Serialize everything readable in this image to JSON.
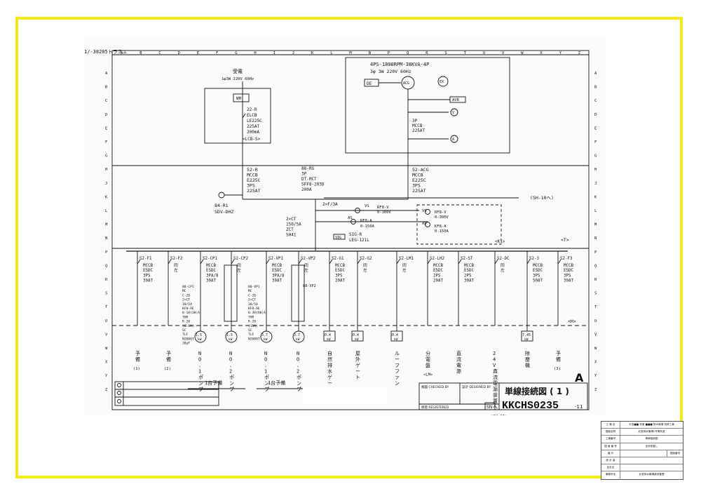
{
  "drawing": {
    "corner_note": "1/-38205トラスエ",
    "sheet_mark": "A",
    "column_letters": [
      "A",
      "B",
      "C",
      "D",
      "E",
      "F",
      "G",
      "H",
      "I",
      "J",
      "K",
      "L",
      "M",
      "N",
      "P",
      "Q",
      "R",
      "S",
      "T",
      "U",
      "V",
      "W",
      "X",
      "Y",
      "Z"
    ],
    "row_letters": [
      "A",
      "B",
      "C",
      "D",
      "E",
      "F",
      "G",
      "H",
      "J",
      "K",
      "L",
      "M",
      "N",
      "P",
      "Q",
      "R",
      "S",
      "T",
      "U",
      "V",
      "W",
      "X",
      "Y",
      "Z"
    ]
  },
  "source_block": {
    "label": "受電",
    "spec": "1φ3W 220V 60Hz",
    "meter": "WH",
    "breaker": [
      "22-R",
      "ELCB",
      "LE225C",
      "225AT",
      "200mA"
    ],
    "panel": "<LCB-S>"
  },
  "generator_block": {
    "spec1": "4PS-1800RPM-38KVA-4P",
    "spec2": "3φ 3W 220V 60Hz",
    "de": "DE",
    "acg": "ACG",
    "ex": "EX",
    "avr": "AVR",
    "breaker": [
      "3P",
      "MCCB",
      "225AT"
    ],
    "v": "V",
    "a": "A"
  },
  "busbar_feeds": {
    "r_breaker": [
      "52-R",
      "MCCB",
      "E225C",
      "3PS",
      "225AT"
    ],
    "rg": [
      "88-RG",
      "3P",
      "DT-MCT",
      "SFF8-203D",
      "200A"
    ],
    "acg_breaker": [
      "52-ACG",
      "MCCB",
      "E225C",
      "3PS",
      "225AT"
    ],
    "indicator": "84-R1",
    "indicator2": "SDV-DHZ",
    "fuse": "2×F/3A",
    "to": "(SH-10へ)",
    "vs": "VS",
    "rf8v": "RF8-V",
    "v300": "0-300V",
    "as": "AS",
    "rf8a": "RF8-A",
    "a150": "0-150A",
    "ct": [
      "2×CT",
      "150/5A",
      "ZCT",
      "SH41"
    ],
    "sig": "SIG",
    "sigr": "SIG-R",
    "leg": "LEG-121L",
    "panel_t": "<T>",
    "panel_k1": "<K1>",
    "vs2": "VS",
    "rf8v2": "RF8-V",
    "v300_2": "0-300V",
    "as2": "AS",
    "rf8a2": "KF8-A",
    "a150_2": "0-150A"
  },
  "branches": [
    {
      "tag": "52-F1",
      "spec": [
        "MCCB",
        "E5DC",
        "3PS",
        "30AT"
      ],
      "label": "予備",
      "sub": "(1)"
    },
    {
      "tag": "52-F2",
      "spec": [
        "同",
        "左"
      ],
      "label": "予備",
      "sub": "(2)"
    },
    {
      "tag": "52-CP1",
      "spec": [
        "MCCB",
        "E5DC",
        "3PA/8",
        "30AT"
      ],
      "load": "1.5 kW",
      "label": "NO.1ポンプ",
      "sub": ""
    },
    {
      "tag": "52-CP2",
      "spec": [
        "同",
        "左"
      ],
      "load": "1.5 kW",
      "label": "NO.2ポンプ",
      "sub": ""
    },
    {
      "tag": "52-VP1",
      "spec": [
        "MCCB",
        "E5DC",
        "3PA/8",
        "30AT"
      ],
      "load": "3.7 kW",
      "label": "NO.1ポンプ",
      "sub": ""
    },
    {
      "tag": "52-VP2",
      "spec": [
        "同",
        "左"
      ],
      "load": "3.7 kW",
      "label": "NO.2ポンプ",
      "sub": ""
    },
    {
      "tag": "52-G1",
      "spec": [
        "MCCB",
        "E5DC",
        "3PS",
        "20AT"
      ],
      "load": "0.4 kW",
      "label": "自然排水ゲート",
      "sub": ""
    },
    {
      "tag": "52-G2",
      "spec": [
        "同",
        "左"
      ],
      "load": "0.4 kW",
      "label": "屋外ゲート",
      "sub": ""
    },
    {
      "tag": "52-LM1",
      "spec": [
        "同",
        "左"
      ],
      "load": "0.4 kW",
      "label": "ルーフファン",
      "sub": ""
    },
    {
      "tag": "52-LH2",
      "spec": [
        "MCCB",
        "E5DC",
        "2PS",
        "20AT"
      ],
      "label": "分電盤",
      "sub": "<LM>"
    },
    {
      "tag": "52-ST",
      "spec": [
        "MCCB",
        "E5DC",
        "2PS",
        "30AT"
      ],
      "label": "直流電源",
      "sub": ""
    },
    {
      "tag": "52-DC",
      "spec": [
        "同",
        "左"
      ],
      "label": "24V直流電源装置へ",
      "sub": "(SH-13)"
    },
    {
      "tag": "52-3",
      "spec": [
        "MCCB",
        "E5DC",
        "3PS",
        "50AT"
      ],
      "load": "7.45 kW",
      "label": "除塵機",
      "sub": ""
    },
    {
      "tag": "52-F3",
      "spec": [
        "MCCB",
        "E5DC",
        "3PS",
        "30AT"
      ],
      "label": "予備",
      "sub": "(3)"
    }
  ],
  "branch_extras": {
    "cp_mc": [
      "88-CP1",
      "MC",
      "C-20",
      "2×CT",
      "10/5A",
      "KF8-AE",
      "0-10(30)A",
      "THR",
      "R-20",
      "(6.6A)",
      "SC",
      "TLF",
      "N2080T",
      "30μF"
    ],
    "vp_mc": [
      "88-VP1",
      "MC",
      "C-20",
      "2×CT",
      "30/5A",
      "KF8-AE",
      "0-30(90)A",
      "THR",
      "R-20",
      "(15A)",
      "SC",
      "TLF",
      "N2080T"
    ],
    "vp2": "88-VP2",
    "group1": "1台予備",
    "group2": "1台予備",
    "panel_h": "<H>"
  },
  "title_box": {
    "checked_label": "検図 CHECKED BY",
    "designed_label": "設計 DESIGNED BY",
    "registered_label": "保管 REGISTERED",
    "title": "単線接続図 ( 1 )",
    "sn": "SN",
    "number": "KKCHS0235",
    "suffix": "-11"
  },
  "stamp_block": {
    "rows": [
      {
        "k": "工 事 名",
        "v": "平成■■ 年度 ■■■ 排水機場 改修工事"
      },
      {
        "k": "図面名称",
        "v": "北島排水機場2号電気室"
      },
      {
        "k": "工事番号",
        "v": "単線接続図"
      },
      {
        "k": "図 面 番 号",
        "v": "全体見直し"
      },
      {
        "k": "縮 尺",
        "v": "",
        "v2": "図面番号"
      },
      {
        "k": "設 計 者",
        "v": ""
      },
      {
        "k": "会社名",
        "v": ""
      },
      {
        "k": "事務所名",
        "v": "北島排水機場維持管理"
      }
    ]
  }
}
